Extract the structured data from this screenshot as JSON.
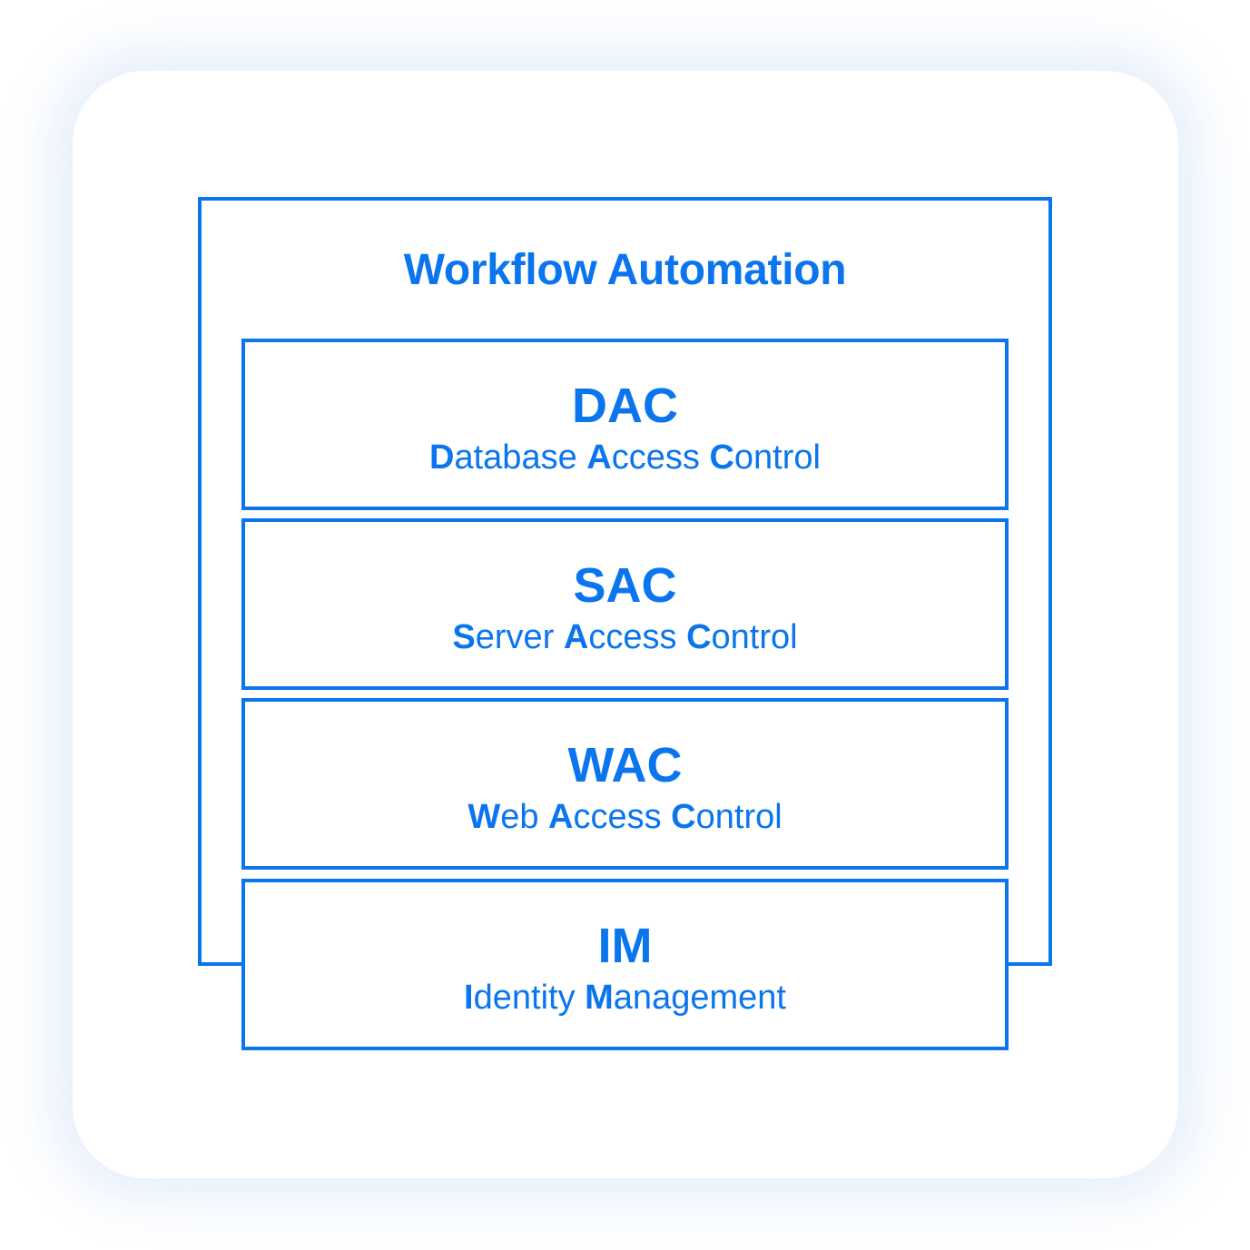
{
  "colors": {
    "accent": "#0b75ee",
    "background": "#ffffff",
    "shadow": "#dce8fa"
  },
  "title": "Workflow Automation",
  "layers": [
    {
      "abbr": "DAC",
      "full": [
        {
          "lead": "D",
          "rest": "atabase "
        },
        {
          "lead": "A",
          "rest": "ccess "
        },
        {
          "lead": "C",
          "rest": "ontrol"
        }
      ]
    },
    {
      "abbr": "SAC",
      "full": [
        {
          "lead": "S",
          "rest": "erver "
        },
        {
          "lead": "A",
          "rest": "ccess "
        },
        {
          "lead": "C",
          "rest": "ontrol"
        }
      ]
    },
    {
      "abbr": "WAC",
      "full": [
        {
          "lead": "W",
          "rest": "eb "
        },
        {
          "lead": "A",
          "rest": "ccess "
        },
        {
          "lead": "C",
          "rest": "ontrol"
        }
      ]
    },
    {
      "abbr": "IM",
      "full": [
        {
          "lead": "I",
          "rest": "dentity "
        },
        {
          "lead": "M",
          "rest": "anagement"
        }
      ]
    }
  ]
}
